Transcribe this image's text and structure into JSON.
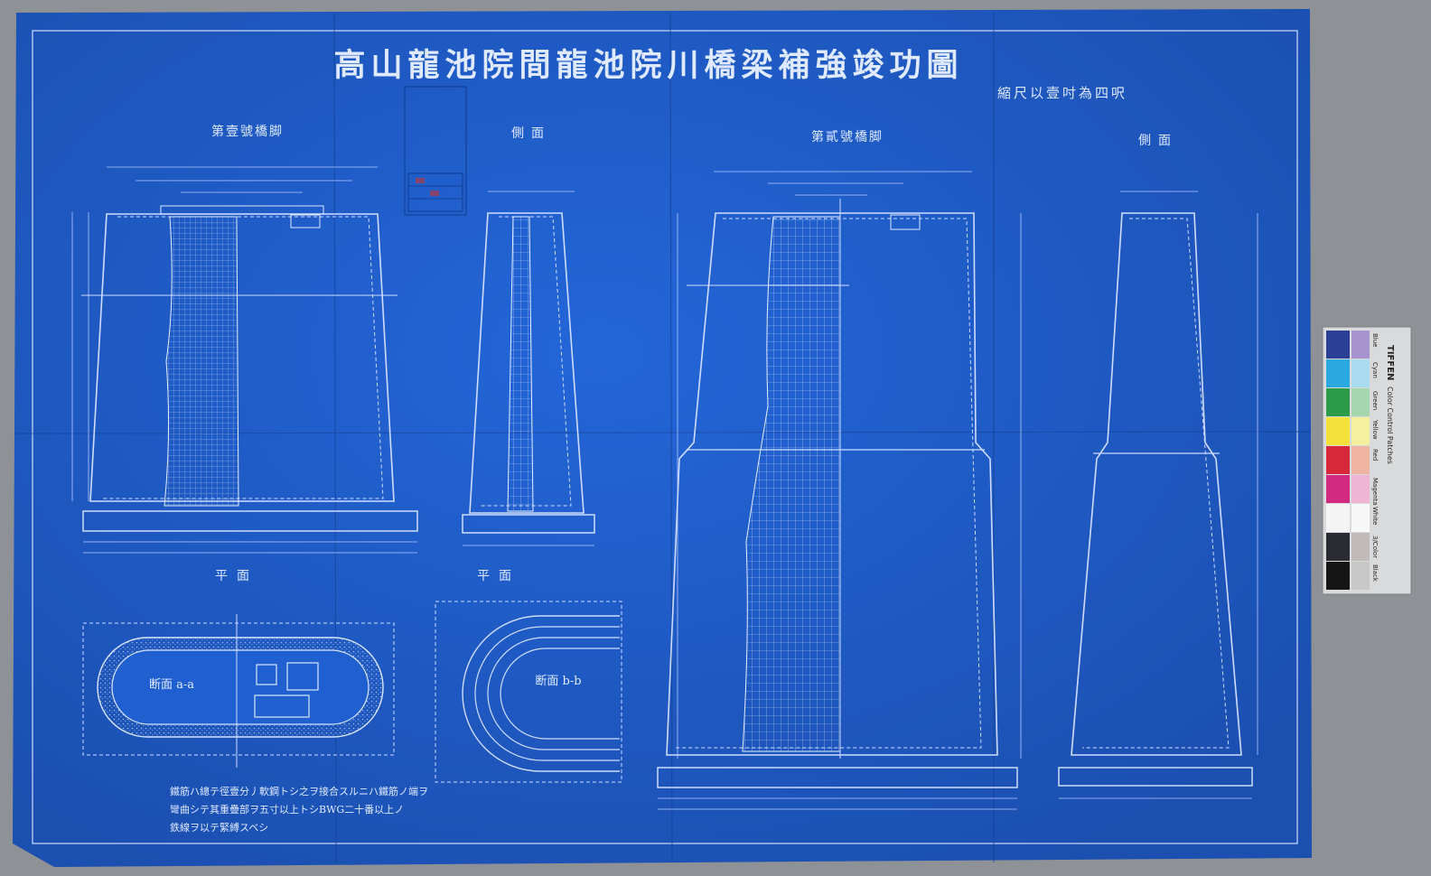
{
  "document": {
    "title": "高山龍池院間龍池院川橋梁補強竣功圖",
    "scale_note": "縮尺以壹吋為四呎",
    "views": {
      "pier1_front": "第壹號橋脚",
      "pier1_side": "側面",
      "pier2_front": "第貳號橋脚",
      "pier2_side": "側面",
      "plan_a": "平面",
      "plan_b": "平面"
    },
    "section_labels": {
      "a": "断面 a-a",
      "b": "断面 b-b"
    },
    "notes": [
      "鐵筋ハ總テ徑壹分丿軟鋼トシ之ヲ接合スルニハ鐵筋ノ端ヲ",
      "彎曲シテ其重疊部ヲ五寸以上トシBWG二十番以上ノ",
      "鉄線ヲ以テ緊縛スベシ"
    ],
    "colors": {
      "paper": "#1f5fd0",
      "paper_dark": "#1a4fb4",
      "ink": "#dfe9ff"
    }
  },
  "color_card": {
    "brand": "TIFFEN",
    "title": "Color Control Patches",
    "patches": [
      {
        "label": "Blue",
        "color": "#2b3f94"
      },
      {
        "label": "Cyan",
        "color": "#2aa8e0"
      },
      {
        "label": "Green",
        "color": "#2e9b4a"
      },
      {
        "label": "Yellow",
        "color": "#f4e23a"
      },
      {
        "label": "Red",
        "color": "#d6283a"
      },
      {
        "label": "Magenta",
        "color": "#d12a80"
      },
      {
        "label": "White",
        "color": "#f4f4f4"
      },
      {
        "label": "3/Color",
        "color": "#2b2b33"
      },
      {
        "label": "Black",
        "color": "#151515"
      }
    ],
    "tints": [
      "#a793d0",
      "#a9dcef",
      "#a6d6ae",
      "#f6ef9e",
      "#efb5a2",
      "#efb4d4",
      "#f7f7f7",
      "#c2b9b9",
      "#c8c8c8"
    ]
  }
}
